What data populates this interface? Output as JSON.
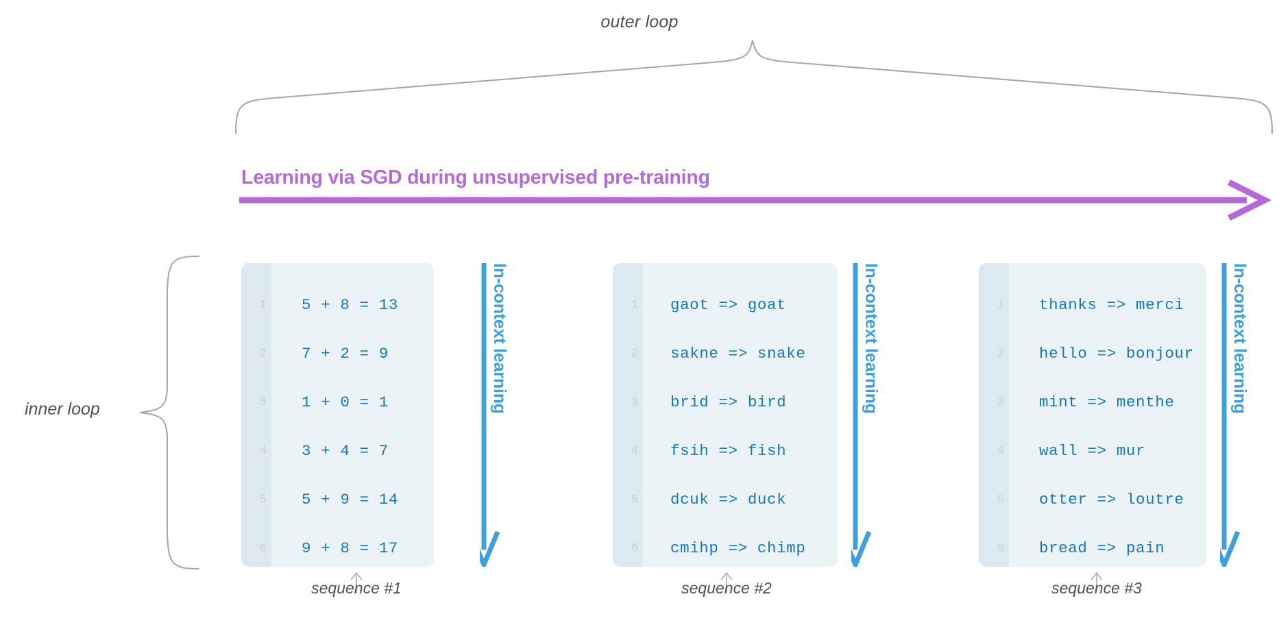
{
  "colors": {
    "purple": "#b869d9",
    "blue": "#3d9fdb",
    "code_text": "#1478bc",
    "box_bg": "#ebf3f7",
    "gutter_bg": "#dde9f0",
    "line_number": "#c3d2d9",
    "brace": "#a8a8a8",
    "label_gray": "#515151",
    "background": "#ffffff"
  },
  "outer_loop": {
    "label": "outer loop"
  },
  "inner_loop": {
    "label": "inner loop"
  },
  "sgd": {
    "title": "Learning via SGD during unsupervised pre-training"
  },
  "icl": {
    "label": "In-context learning"
  },
  "sequences": [
    {
      "caption": "sequence #1",
      "up_arrow": "↑",
      "lines": [
        {
          "n": "1",
          "text": "5 + 8 = 13"
        },
        {
          "n": "2",
          "text": "7 + 2 = 9"
        },
        {
          "n": "3",
          "text": "1 + 0 = 1"
        },
        {
          "n": "4",
          "text": "3 + 4 = 7"
        },
        {
          "n": "5",
          "text": "5 + 9 = 14"
        },
        {
          "n": "6",
          "text": "9 + 8 = 17"
        }
      ]
    },
    {
      "caption": "sequence #2",
      "up_arrow": "↑",
      "lines": [
        {
          "n": "1",
          "text": "gaot => goat"
        },
        {
          "n": "2",
          "text": "sakne => snake"
        },
        {
          "n": "3",
          "text": "brid => bird"
        },
        {
          "n": "4",
          "text": "fsih => fish"
        },
        {
          "n": "5",
          "text": "dcuk => duck"
        },
        {
          "n": "6",
          "text": "cmihp => chimp"
        }
      ]
    },
    {
      "caption": "sequence #3",
      "up_arrow": "↑",
      "lines": [
        {
          "n": "1",
          "text": "thanks => merci"
        },
        {
          "n": "2",
          "text": "hello => bonjour"
        },
        {
          "n": "3",
          "text": "mint => menthe"
        },
        {
          "n": "4",
          "text": "wall => mur"
        },
        {
          "n": "5",
          "text": "otter => loutre"
        },
        {
          "n": "6",
          "text": "bread => pain"
        }
      ]
    }
  ]
}
